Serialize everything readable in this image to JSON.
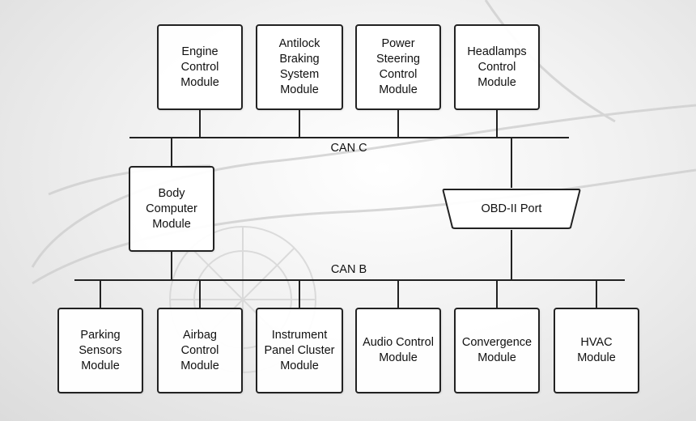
{
  "diagram": {
    "top_modules": [
      "Engine\nControl\nModule",
      "Antilock\nBraking\nSystem\nModule",
      "Power\nSteering\nControl\nModule",
      "Headlamps\nControl\nModule"
    ],
    "body_computer": "Body\nComputer\nModule",
    "obd_port": "OBD-II Port",
    "bus_c_label": "CAN C",
    "bus_b_label": "CAN B",
    "bottom_modules": [
      "Parking\nSensors\nModule",
      "Airbag\nControl\nModule",
      "Instrument\nPanel Cluster\nModule",
      "Audio Control\nModule",
      "Convergence\nModule",
      "HVAC\nModule"
    ]
  },
  "colors": {
    "line": "#222222",
    "box_fill": "#ffffff",
    "background": "#eeeeee"
  }
}
